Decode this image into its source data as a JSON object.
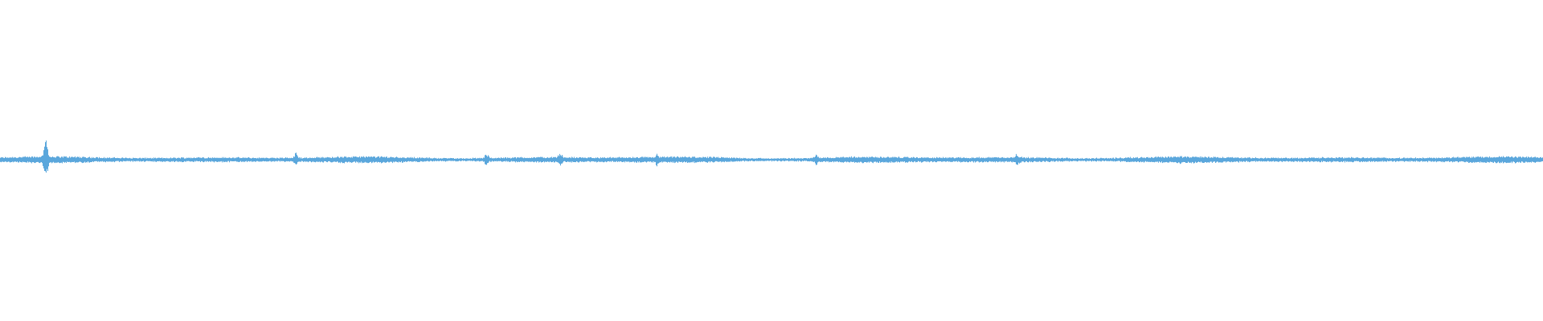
{
  "waveform": {
    "color": "#5ba7dc",
    "background": "#ffffff",
    "baseline_amplitude": 0.018,
    "transients": [
      {
        "position": 0.0294,
        "amplitude": 0.16
      },
      {
        "position": 0.1915,
        "amplitude": 0.05
      },
      {
        "position": 0.315,
        "amplitude": 0.05
      },
      {
        "position": 0.363,
        "amplitude": 0.06
      },
      {
        "position": 0.4255,
        "amplitude": 0.05
      },
      {
        "position": 0.5285,
        "amplitude": 0.045
      },
      {
        "position": 0.659,
        "amplitude": 0.06
      },
      {
        "position": 0.731,
        "amplitude": 0.035
      },
      {
        "position": 0.7645,
        "amplitude": 0.035
      }
    ]
  }
}
